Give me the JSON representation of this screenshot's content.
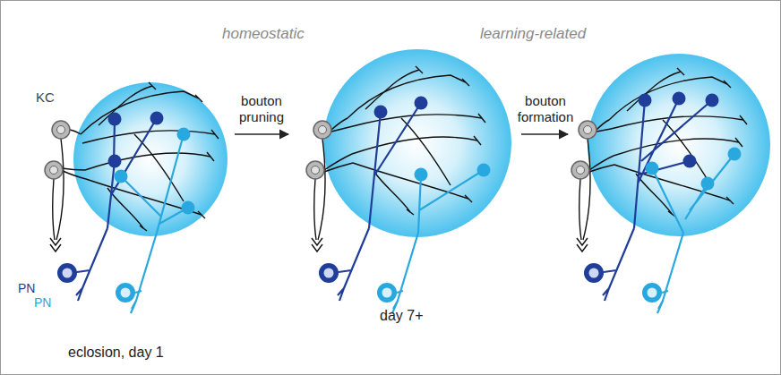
{
  "diagram": {
    "labels": [
      "homeostatic",
      "learning-related",
      "KC",
      "bouton pruning",
      "bouton formation",
      "PN",
      "PN",
      "eclosion, day 1",
      "day 7+"
    ]
  }
}
